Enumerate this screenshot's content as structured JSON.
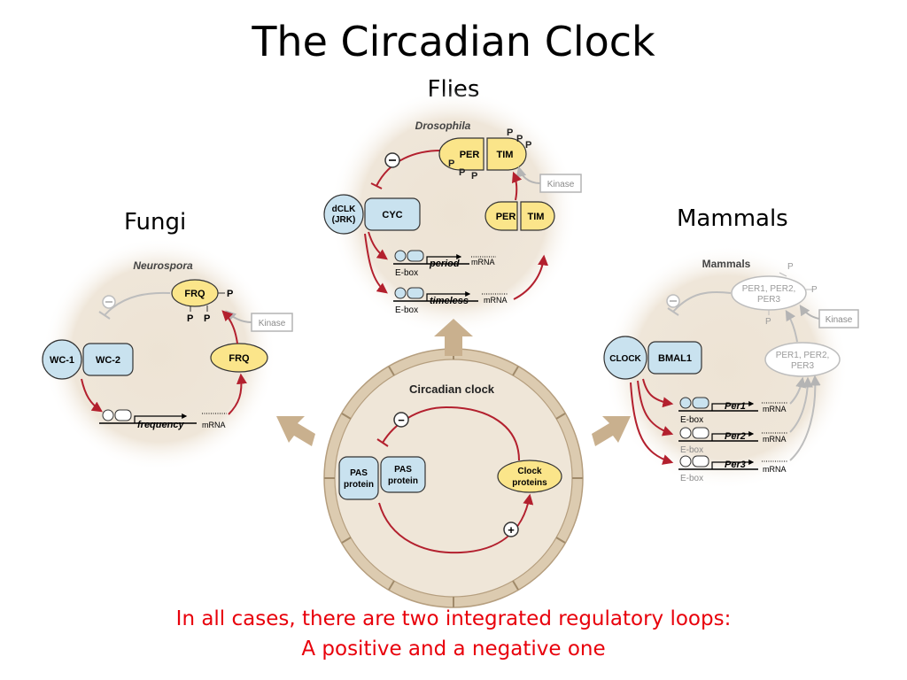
{
  "slide": {
    "title": "The Circadian Clock",
    "label_flies": "Flies",
    "label_fungi": "Fungi",
    "label_mammals": "Mammals",
    "caption_line1": "In all cases, there are two integrated regulatory loops:",
    "caption_line2": "A positive and a negative one"
  },
  "colors": {
    "circle_fill": "#ece2d3",
    "protein_blue": "#c9e2ef",
    "protein_yellow": "#fbe58a",
    "arrow_red": "#b3202e",
    "faded_gray": "#b4b4b4",
    "caption_red": "#e8000b"
  },
  "drosophila": {
    "heading": "Drosophila",
    "dclk": "dCLK",
    "jrk": "(JRK)",
    "cyc": "CYC",
    "per": "PER",
    "tim": "TIM",
    "per2": "PER",
    "tim2": "TIM",
    "p": "P",
    "kinase": "Kinase",
    "ebox1": "E-box",
    "gene1": "period",
    "mrna1": "mRNA",
    "ebox2": "E-box",
    "gene2": "timeless",
    "mrna2": "mRNA"
  },
  "neurospora": {
    "heading": "Neurospora",
    "wc1": "WC-1",
    "wc2": "WC-2",
    "frq_top": "FRQ",
    "frq": "FRQ",
    "p": "P",
    "kinase": "Kinase",
    "gene": "frequency",
    "mrna": "mRNA"
  },
  "mammals": {
    "heading": "Mammals",
    "clock": "CLOCK",
    "bmal1": "BMAL1",
    "per_top_line1": "PER1, PER2,",
    "per_top_line2": "PER3",
    "per_mid_line1": "PER1, PER2,",
    "per_mid_line2": "PER3",
    "p": "P",
    "kinase": "Kinase",
    "ebox": "E-box",
    "gene1": "Per1",
    "gene2": "Per2",
    "gene3": "Per3",
    "mrna": "mRNA"
  },
  "generic_clock": {
    "heading": "Circadian clock",
    "pas_line1": "PAS",
    "pas_line2": "protein",
    "clock_line1": "Clock",
    "clock_line2": "proteins",
    "minus": "−",
    "plus": "+"
  }
}
